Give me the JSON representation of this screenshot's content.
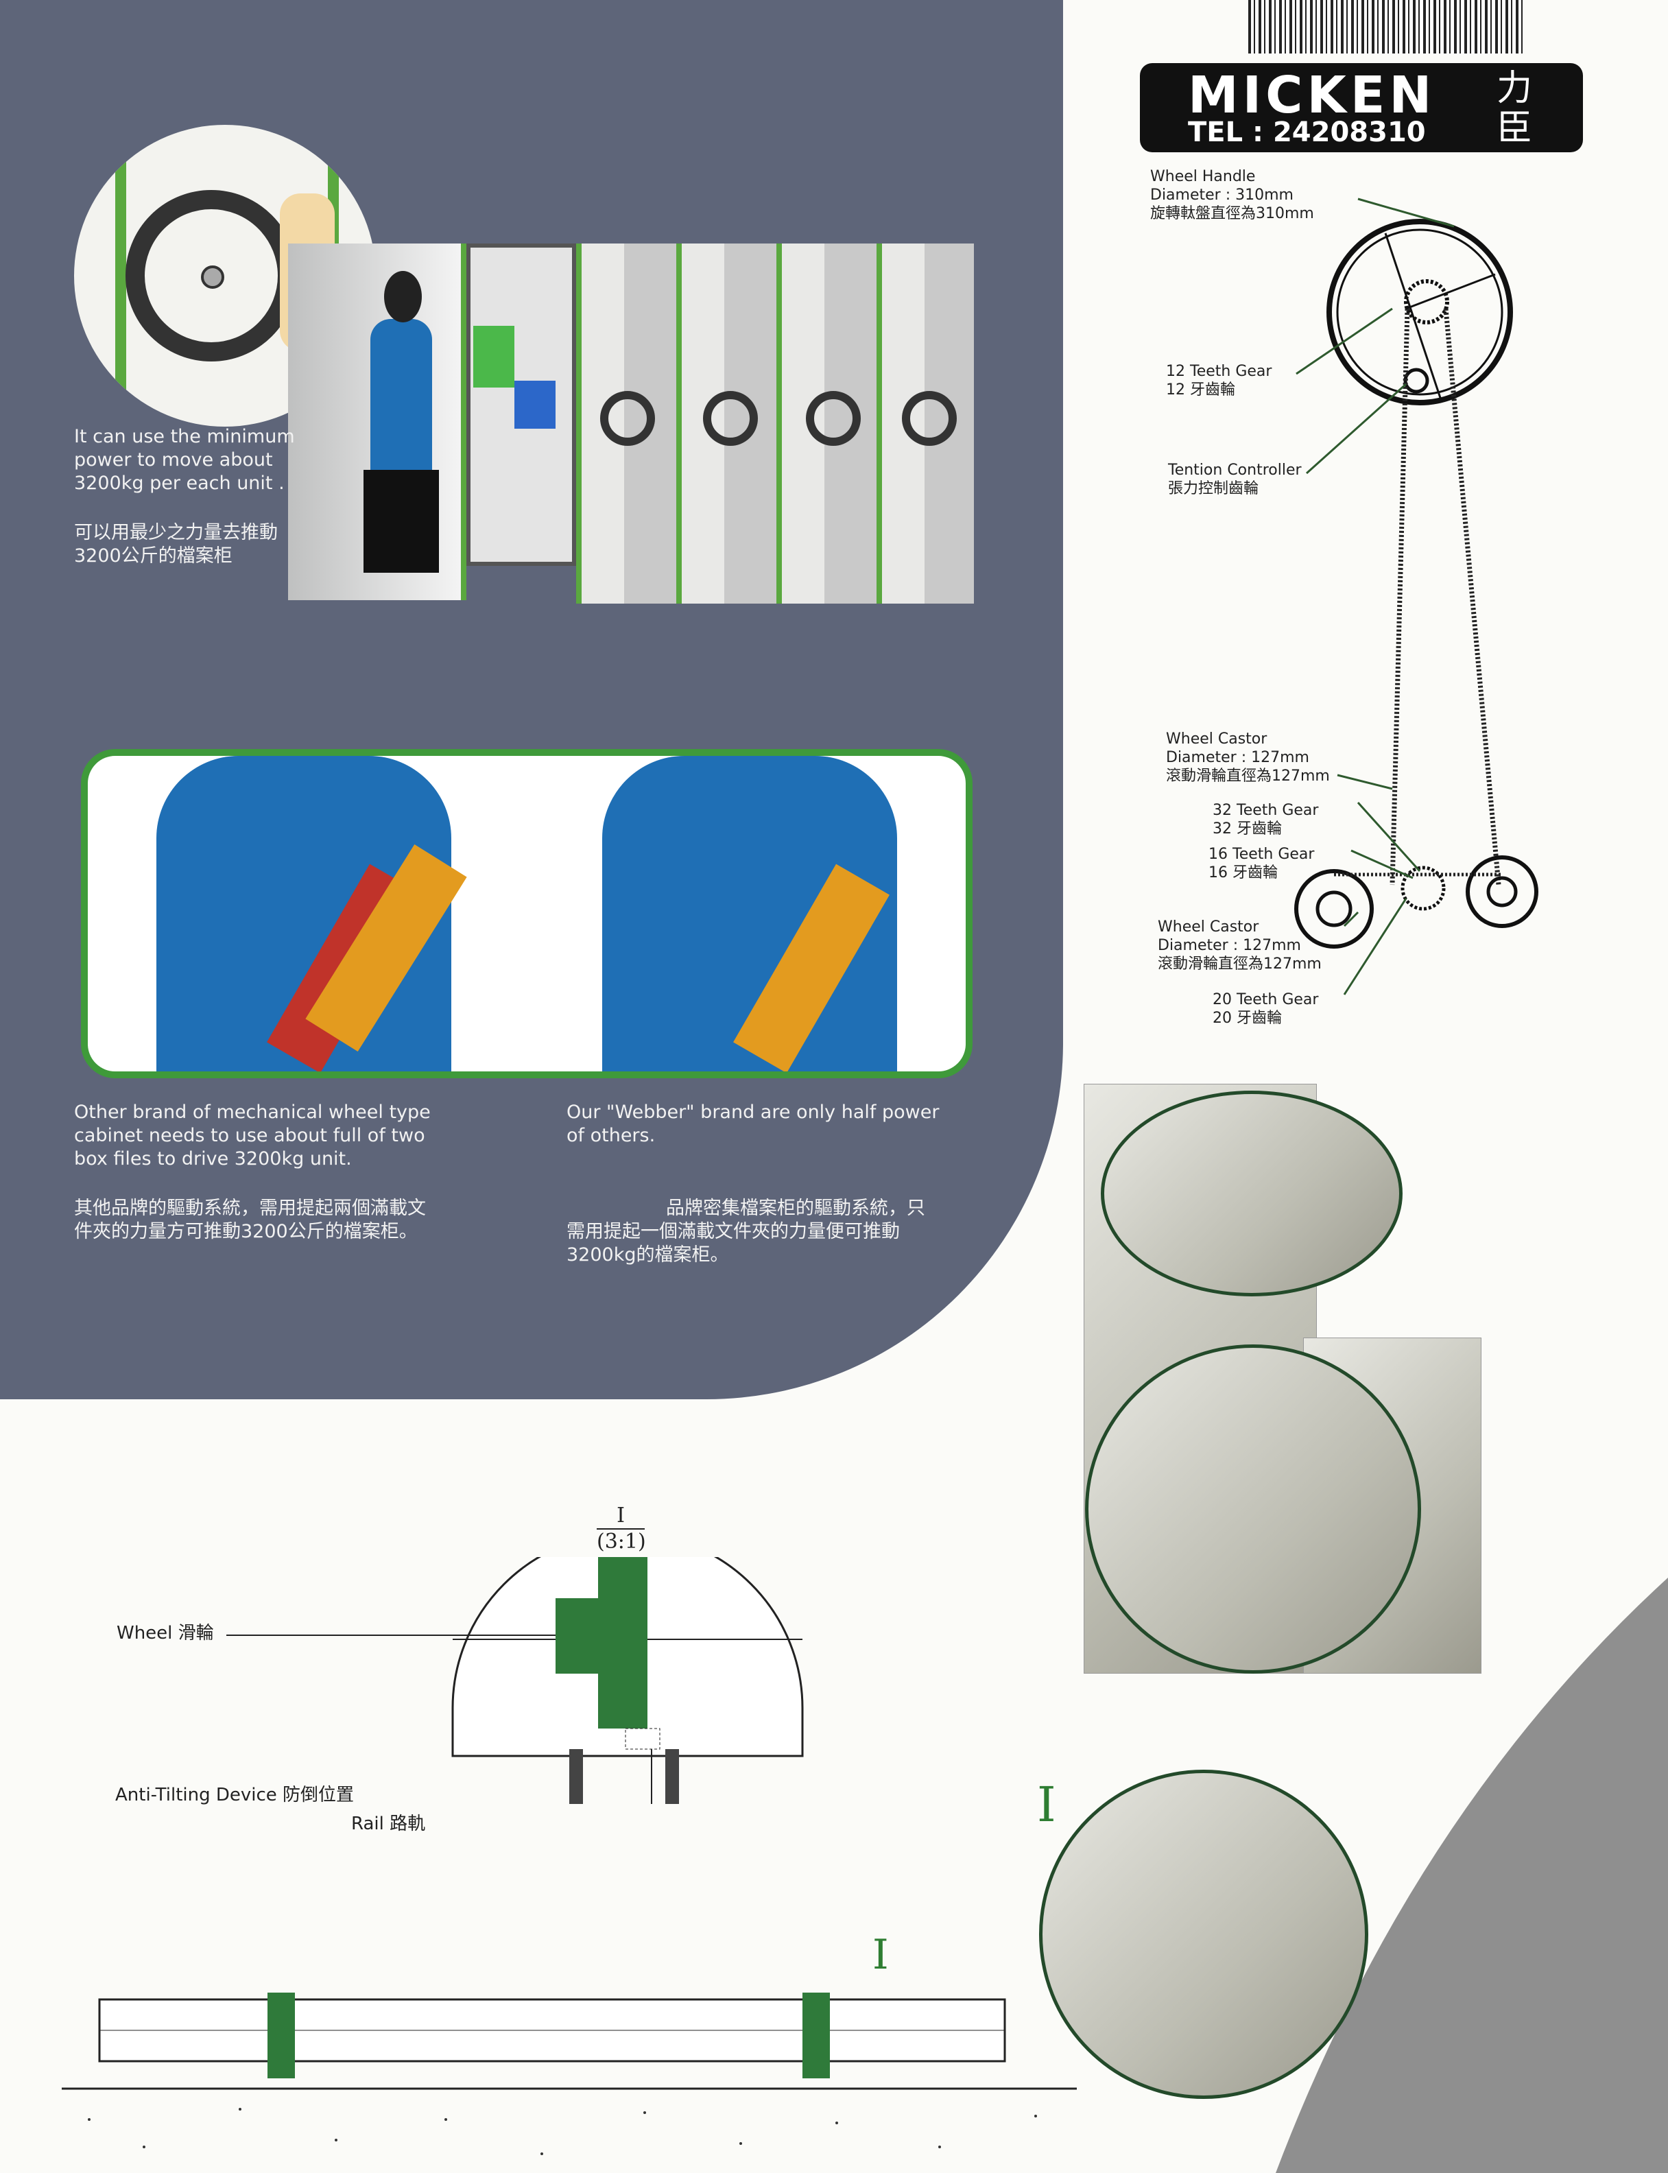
{
  "brand": {
    "name": "MICKEN",
    "tel": "TEL : 24208310",
    "chinese": "力臣"
  },
  "intro": {
    "en": [
      "It can use the minimum",
      "power to move about",
      "3200kg per each unit ."
    ],
    "zh": [
      "可以用最少之力量去推動",
      "3200公斤的檔案柜"
    ]
  },
  "compare": {
    "left_en": [
      "Other brand of mechanical wheel type",
      "cabinet needs to use about full of two",
      "box files to drive 3200kg unit."
    ],
    "left_zh": [
      "其他品牌的驅動系統，需用提起兩個滿載文",
      "件夾的力量方可推動3200公斤的檔案柜。"
    ],
    "right_en": [
      "Our  \"Webber\" brand are only half power",
      "of others."
    ],
    "right_zh": [
      "品牌密集檔案柜的驅動系統，只",
      "需用提起一個滿載文件夾的力量便可推動",
      "3200kg的檔案柜。"
    ]
  },
  "labels": {
    "wheel_handle": [
      "Wheel Handle",
      "Diameter : 310mm",
      "旋轉軚盤直徑為310mm"
    ],
    "gear12": [
      "12 Teeth Gear",
      "12 牙齒輪"
    ],
    "tension": [
      "Tention Controller",
      "張力控制齒輪"
    ],
    "castor1": [
      "Wheel Castor",
      "Diameter : 127mm",
      "滾動滑輪直徑為127mm"
    ],
    "gear32": [
      "32 Teeth Gear",
      "32 牙齒輪"
    ],
    "gear16": [
      "16 Teeth Gear",
      "16 牙齒輪"
    ],
    "castor2": [
      "Wheel Castor",
      "Diameter : 127mm",
      "滾動滑輪直徑為127mm"
    ],
    "gear20": [
      "20 Teeth Gear",
      "20 牙齒輪"
    ]
  },
  "section": {
    "mark": "I",
    "scale": "(3:1)",
    "wheel": "Wheel 滑輪",
    "anti_tilt": "Anti-Tilting Device 防倒位置",
    "rail": "Rail 路軌",
    "detail_mark": "I",
    "rail_mark": "I"
  },
  "colors": {
    "panel": "#5e6579",
    "green": "#3f9a3a",
    "shirt": "#1f6fb5"
  }
}
